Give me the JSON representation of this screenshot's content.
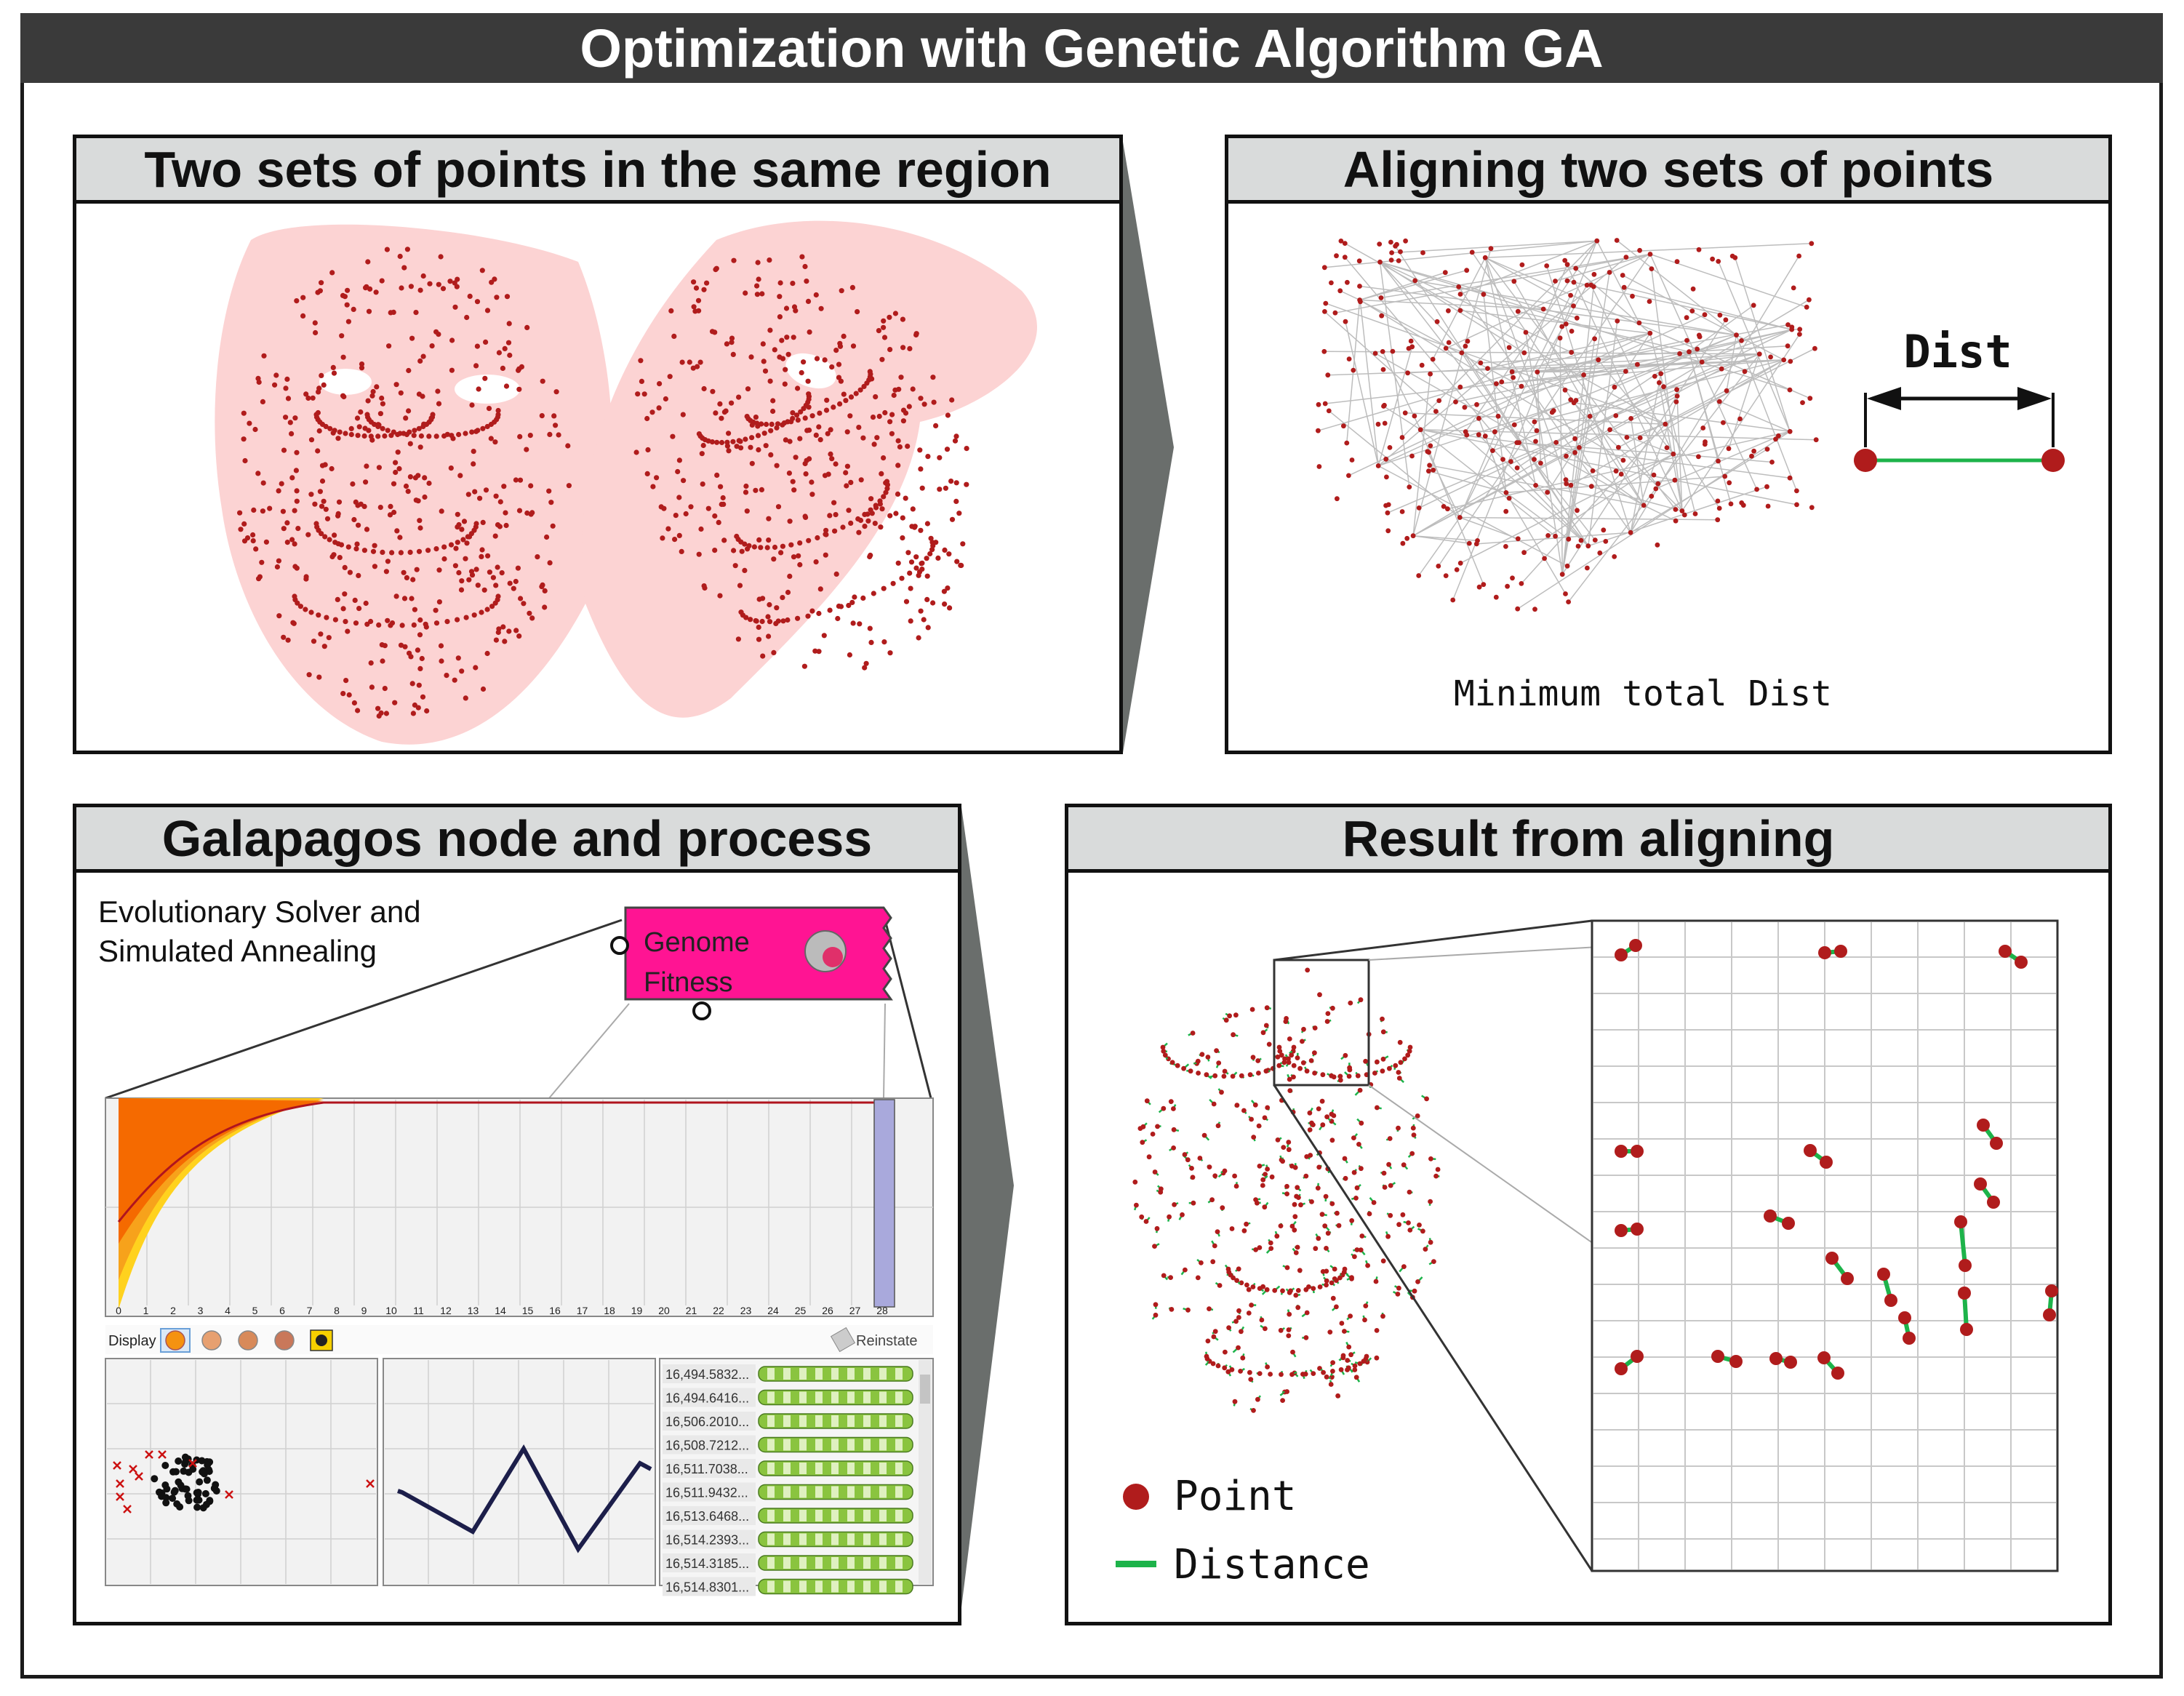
{
  "title": "Optimization with Genetic Algorithm GA",
  "panels": {
    "top_left": {
      "title": "Two sets of points in the same region"
    },
    "top_right": {
      "title": "Aligning two sets of points",
      "dist_label": "Dist",
      "caption": "Minimum total Dist"
    },
    "bottom_left": {
      "title": "Galapagos node and process",
      "subtitle_line1": "Evolutionary Solver and",
      "subtitle_line2": "Simulated Annealing",
      "node_inputs": [
        "Genome",
        "Fitness"
      ],
      "axis_ticks": [
        "0",
        "1",
        "2",
        "3",
        "4",
        "5",
        "6",
        "7",
        "8",
        "9",
        "10",
        "11",
        "12",
        "13",
        "14",
        "15",
        "16",
        "17",
        "18",
        "19",
        "20",
        "21",
        "22",
        "23",
        "24",
        "25",
        "26",
        "27",
        "28"
      ],
      "display_label": "Display",
      "reinstate_label": "Reinstate",
      "fitness_values": [
        "16,494.5832...",
        "16,494.6416...",
        "16,506.2010...",
        "16,508.7212...",
        "16,511.7038...",
        "16,511.9432...",
        "16,513.6468...",
        "16,514.2393...",
        "16,514.3185...",
        "16,514.8301..."
      ]
    },
    "bottom_right": {
      "title": "Result from aligning",
      "legend": [
        {
          "label": "Point",
          "color": "#b01c1c"
        },
        {
          "label": "Distance",
          "color": "#1db34a"
        }
      ]
    }
  },
  "colors": {
    "point": "#b01c1c",
    "region": "#fcd3d3",
    "distance": "#1db34a",
    "header_bg": "#d9dbdb",
    "title_bg": "#3a3a3a",
    "node": "#ff1493"
  }
}
